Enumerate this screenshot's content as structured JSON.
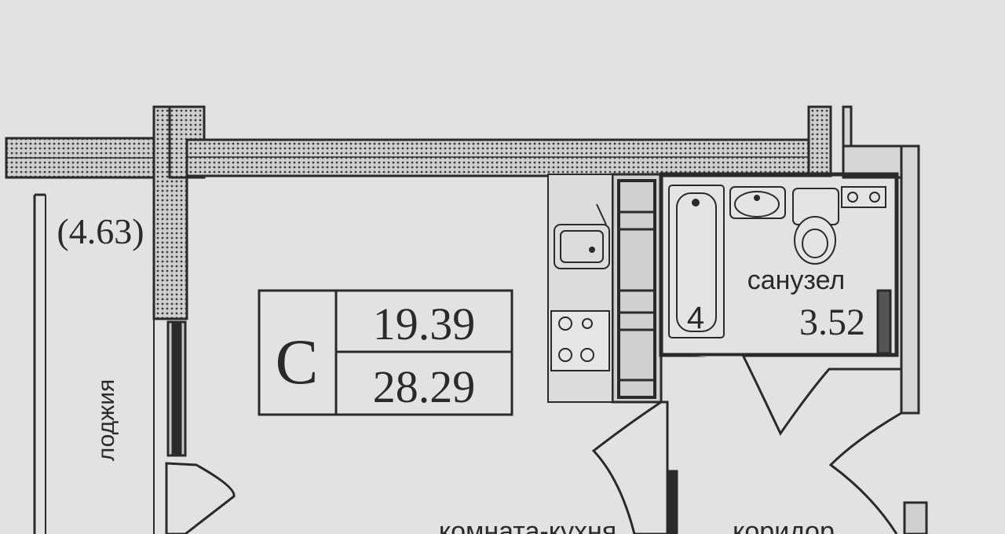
{
  "apartment": {
    "type_letter": "C",
    "living_area": "19.39",
    "total_area": "28.29"
  },
  "rooms": {
    "loggia_area": "(4.63)",
    "loggia_name": "лоджия",
    "bathroom_name": "санузел",
    "bathroom_area": "3.52",
    "main_room_name": "комната-кухня",
    "corridor_name": "коридор"
  },
  "fixtures": {
    "bath_marker": "4"
  },
  "colors": {
    "background": "#e2e3e1",
    "wall_fill": "#c9cac8",
    "line": "#2a2a2a"
  }
}
